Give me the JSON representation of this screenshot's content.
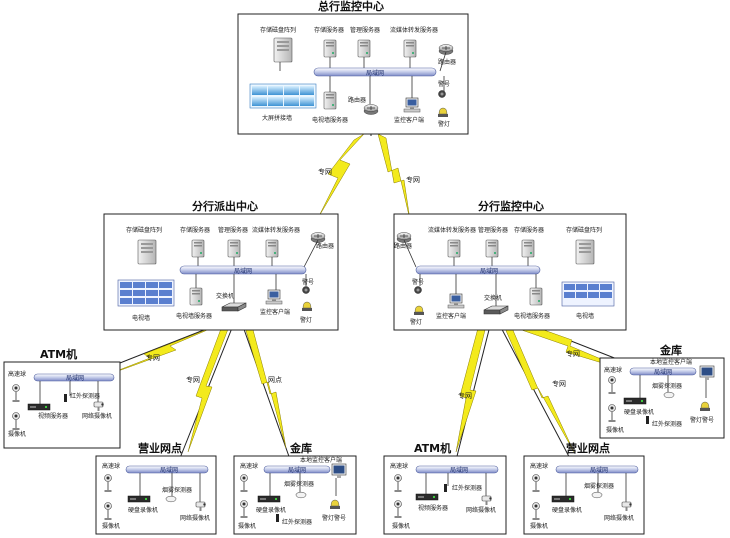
{
  "hq": {
    "title": "总行监控中心",
    "storage_array": "存储磁盘阵列",
    "storage_server": "存储服务器",
    "mgmt_server": "管理服务器",
    "stream_server": "流媒体转发服务器",
    "router_top": "路由器",
    "lan": "局域网",
    "video_wall": "大屏拼接墙",
    "tv_wall_server": "电视墙服务器",
    "router": "路由器",
    "monitor_client": "监控客户端",
    "alarm": "警号",
    "alarm_light": "警灯"
  },
  "links": {
    "left": "专网",
    "right": "专网",
    "atm_left": "专网",
    "branch_shop": "专网",
    "vault_left": "网点",
    "atm_right": "专网",
    "shop_right": "专网",
    "vault_right": "专网"
  },
  "branch": {
    "title": "分行派出中心",
    "storage_array": "存储磁盘阵列",
    "storage_server": "存储服务器",
    "mgmt_server": "管理服务器",
    "stream_server": "流媒体转发服务器",
    "router": "路由器",
    "lan": "局域网",
    "tv_wall": "电视墙",
    "tv_wall_server": "电视墙服务器",
    "switch": "交换机",
    "monitor_client": "监控客户端",
    "alarm": "警号",
    "alarm_light": "警灯"
  },
  "branch_monitor": {
    "title": "分行监控中心",
    "router": "路由器",
    "stream_server": "流媒体转发服务器",
    "mgmt_server": "管理服务器",
    "storage_server": "存储服务器",
    "storage_array": "存储磁盘阵列",
    "lan": "局域网",
    "alarm": "警号",
    "switch": "交换机",
    "alarm_light": "警灯",
    "monitor_client": "监控客户端",
    "tv_wall_server": "电视墙服务器",
    "tv_wall": "电视墙"
  },
  "atm_left": {
    "title": "ATM机",
    "dome": "高速球",
    "lan": "局域网",
    "infrared": "红外探测器",
    "video_server": "视频服务器",
    "network_camera": "网络摄像机",
    "camera": "摄像机"
  },
  "shop_left": {
    "title": "营业网点",
    "dome": "高速球",
    "lan": "局域网",
    "smoke": "烟雾探测器",
    "dvr": "硬盘录像机",
    "camera": "摄像机",
    "network_camera": "网络摄像机"
  },
  "vault_left": {
    "title": "金库",
    "dome": "高速球",
    "local_client": "本地监控客户端",
    "lan": "局域网",
    "smoke": "烟雾探测器",
    "dvr": "硬盘录像机",
    "camera": "摄像机",
    "infrared": "红外探测器",
    "alarm_light": "警灯警号"
  },
  "atm_right": {
    "title": "ATM机",
    "dome": "高速球",
    "lan": "局域网",
    "infrared": "红外探测器",
    "video_server": "视频服务器",
    "network_camera": "网络摄像机",
    "camera": "摄像机"
  },
  "shop_right": {
    "title": "营业网点",
    "dome": "高速球",
    "lan": "局域网",
    "smoke": "烟雾探测器",
    "dvr": "硬盘录像机",
    "camera": "摄像机",
    "network_camera": "网络摄像机"
  },
  "vault_right": {
    "title": "金库",
    "dome": "高速球",
    "local_client": "本地监控客户端",
    "lan": "局域网",
    "smoke": "烟雾探测器",
    "dvr": "硬盘录像机",
    "camera": "摄像机",
    "infrared": "红外探测器",
    "alarm_light": "警灯警号"
  }
}
